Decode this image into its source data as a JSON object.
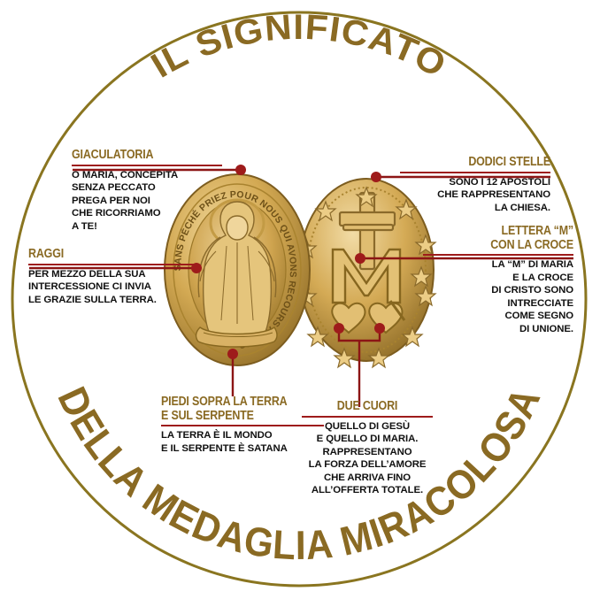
{
  "colors": {
    "ring": "#8a7520",
    "arc_text": "#8a6a23",
    "label_title": "#8a6a23",
    "rule": "#9e1b1b",
    "body_text": "#111111",
    "pointer": "#8c1515",
    "medal_gold_light": "#e8c878",
    "medal_gold_mid": "#c9a149",
    "medal_gold_dark": "#8a6a2b",
    "background": "#ffffff"
  },
  "arc": {
    "top_title": "IL SIGNIFICATO",
    "bottom_title": "DELLA MEDAGLIA MIRACOLOSA"
  },
  "medal": {
    "front": {
      "name": "miraculous-medal-front",
      "inscription": "O MARIE CONÇUE SANS PÉCHÉ PRIEZ POUR NOUS QUI AVONS RECOURS A VOUS",
      "figure": "Virgin Mary with rays from hands, standing on globe and serpent"
    },
    "back": {
      "name": "miraculous-medal-back",
      "figure": "Cross over letter M, two hearts below, twelve stars around",
      "stars_count": 12
    }
  },
  "callouts": [
    {
      "id": "giaculatoria",
      "title": "GIACULATORIA",
      "align": "left",
      "lines": [
        "O MARIA, CONCEPITA",
        "SENZA PECCATO",
        "PREGA PER NOI",
        "CHE RICORRIAMO",
        "A TE!"
      ]
    },
    {
      "id": "raggi",
      "title": "RAGGI",
      "align": "left",
      "lines": [
        "PER MEZZO DELLA SUA",
        "INTERCESSIONE CI INVIA",
        "LE GRAZIE SULLA TERRA."
      ]
    },
    {
      "id": "dodici-stelle",
      "title": "DODICI STELLE",
      "align": "right",
      "lines": [
        "SONO I 12 APOSTOLI",
        "CHE RAPPRESENTANO",
        "LA CHIESA."
      ]
    },
    {
      "id": "lettera-m-con-la-croce",
      "title": "LETTERA “M”\nCON LA CROCE",
      "title_line1": "LETTERA “M”",
      "title_line2": "CON LA CROCE",
      "align": "right",
      "lines": [
        "LA “M” DI MARIA",
        "E LA CROCE",
        "DI CRISTO SONO",
        "INTRECCIATE",
        "COME SEGNO",
        "DI UNIONE."
      ]
    },
    {
      "id": "piedi-sopra-la-terra",
      "title_line1": "PIEDI SOPRA LA TERRA",
      "title_line2": "E SUL SERPENTE",
      "align": "left",
      "lines": [
        "LA TERRA È IL MONDO",
        "E IL SERPENTE È SATANA"
      ]
    },
    {
      "id": "due-cuori",
      "title": "DUE CUORI",
      "align": "center",
      "lines": [
        "QUELLO DI GESÙ",
        "E QUELLO DI MARIA.",
        "RAPPRESENTANO",
        "LA FORZA DELL’AMORE",
        "CHE ARRIVA FINO",
        "ALL’OFFERTA TOTALE."
      ]
    }
  ]
}
